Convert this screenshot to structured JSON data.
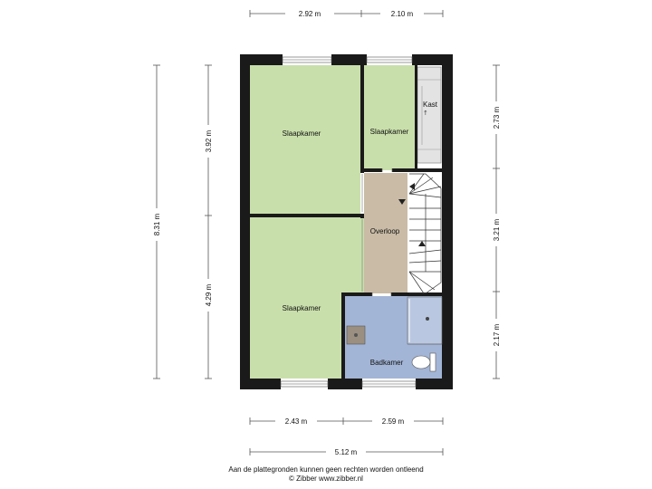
{
  "dimensions": {
    "top_left": "2.92 m",
    "top_right": "2.10 m",
    "left_total": "8.31 m",
    "left_upper": "3.92 m",
    "left_lower": "4.29 m",
    "right_top": "2.73 m",
    "right_mid": "3.21 m",
    "right_bottom": "2.17 m",
    "bottom_left": "2.43 m",
    "bottom_right": "2.59 m",
    "bottom_total": "5.12 m"
  },
  "rooms": {
    "bedroom_top_left": "Slaapkamer",
    "bedroom_top_right": "Slaapkamer",
    "closet": "Kast",
    "landing": "Overloop",
    "bedroom_bottom": "Slaapkamer",
    "bathroom": "Badkamer"
  },
  "colors": {
    "bedroom": "#c9dfab",
    "landing": "#c9bba6",
    "bathroom": "#a3b5d6",
    "wall": "#1a1a1a",
    "closet": "#e3e3e3"
  },
  "footer": {
    "disclaimer": "Aan de plattegronden kunnen geen rechten worden ontleend",
    "copyright": "© Zibber www.zibber.nl"
  }
}
